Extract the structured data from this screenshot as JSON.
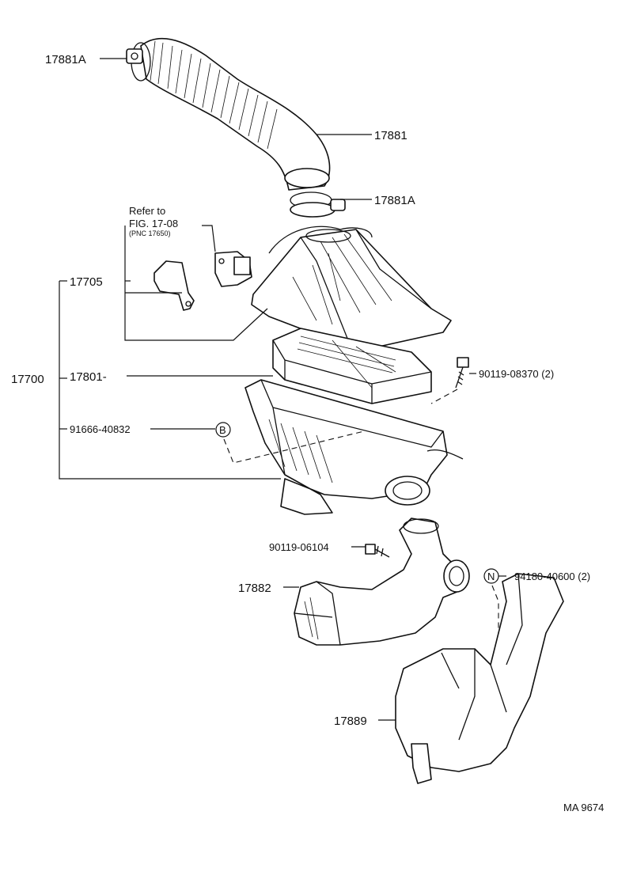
{
  "labels": {
    "hose_clamp_top": "17881A",
    "intake_hose": "17881",
    "hose_clamp_lower": "17881A",
    "refer_line1": "Refer to",
    "refer_line2": "FIG. 17-08",
    "refer_line3": "(PNC 17650)",
    "cap_sub_assy": "17705",
    "air_cleaner_assy": "17700",
    "element": "17801-",
    "bolt_top": "90119-08370 (2)",
    "clip": "91666-40832",
    "bolt_mid": "90119-06104",
    "inlet_pipe": "17882",
    "nut": "94180-40600 (2)",
    "resonator": "17889",
    "ref_code": "MA 9674"
  },
  "markers": {
    "b": "B",
    "n": "N"
  }
}
